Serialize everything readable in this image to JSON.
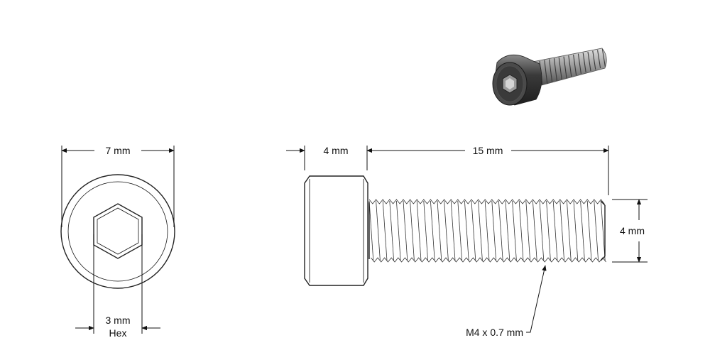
{
  "dimensions": {
    "head_diameter": "7 mm",
    "hex_size": "3 mm",
    "hex_word": "Hex",
    "head_length": "4 mm",
    "shank_length": "15 mm",
    "thread_diameter": "4 mm",
    "thread_spec": "M4 x 0.7 mm"
  },
  "colors": {
    "line": "#111111",
    "metal_dark": "#2e2e2e",
    "metal_mid": "#6a6a6a",
    "metal_light": "#bdbdbd"
  }
}
